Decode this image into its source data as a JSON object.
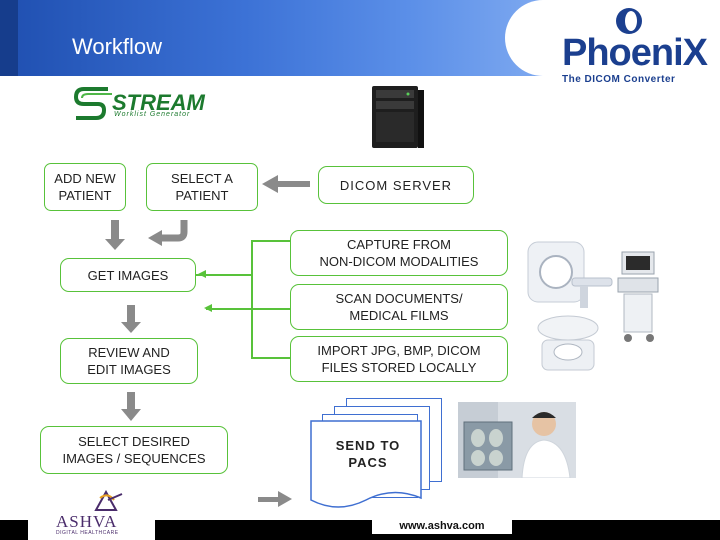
{
  "header": {
    "title": "Workflow"
  },
  "logos": {
    "phoenix_name": "PhoeniX",
    "phoenix_tagline": "The DICOM Converter",
    "stream_name": "STREAM",
    "stream_sub": "Worklist Generator",
    "ashva_name": "ASHVA",
    "ashva_sub": "DIGITAL HEALTHCARE"
  },
  "left_flow": {
    "add_patient": "ADD NEW\nPATIENT",
    "select_patient": "SELECT A\nPATIENT",
    "get_images": "GET IMAGES",
    "review_edit": "REVIEW AND\nEDIT IMAGES",
    "select_desired": "SELECT DESIRED\nIMAGES / SEQUENCES"
  },
  "right_flow": {
    "dicom_server": "DICOM SERVER",
    "capture": "CAPTURE FROM\nNON-DICOM MODALITIES",
    "scan": "SCAN DOCUMENTS/\nMEDICAL FILMS",
    "import": "IMPORT JPG, BMP, DICOM\nFILES STORED LOCALLY",
    "send_pacs": "SEND TO\nPACS"
  },
  "footer": {
    "website": "www.ashva.com"
  },
  "colors": {
    "header_blue": "#2f63c8",
    "box_border": "#58c23a",
    "arrow_gray": "#8a8a8a",
    "doc_border": "#3f6fd1"
  }
}
